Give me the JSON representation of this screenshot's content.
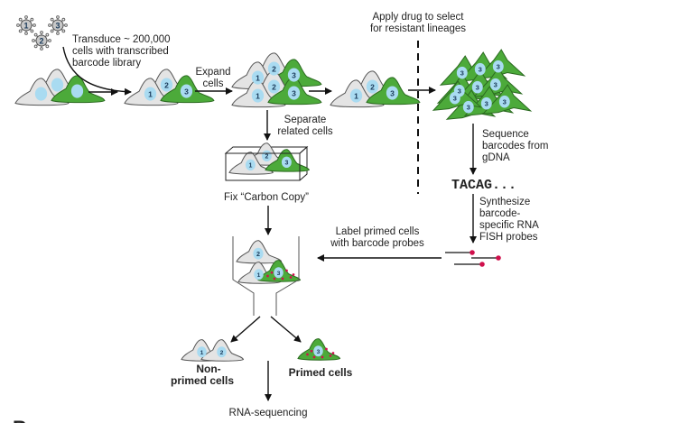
{
  "colors": {
    "green_cell": "#4caa3a",
    "gray_cell": "#e4e4e4",
    "nucleus": "#a9dbf1",
    "probe_dot": "#d0104c"
  },
  "labels": {
    "transduce": [
      "Transduce ~ 200,000",
      "cells with transcribed",
      "barcode library"
    ],
    "expand": [
      "Expand",
      "cells"
    ],
    "separate": [
      "Separate",
      "related cells"
    ],
    "fix": "Fix “Carbon Copy”",
    "drug": [
      "Apply drug to select",
      "for resistant lineages"
    ],
    "sequence": [
      "Sequence",
      "barcodes from",
      "gDNA"
    ],
    "barcode_seq": "TACAG...",
    "synthesize": [
      "Synthesize",
      "barcode-",
      "specific RNA",
      "FISH probes"
    ],
    "label_probes": [
      "Label primed cells",
      "with barcode probes"
    ],
    "nonprimed": [
      "Non-",
      "primed cells"
    ],
    "primed": "Primed cells",
    "rnaseq": "RNA-sequencing",
    "panel_b": "B"
  },
  "barcodes": [
    "1",
    "2",
    "3"
  ]
}
